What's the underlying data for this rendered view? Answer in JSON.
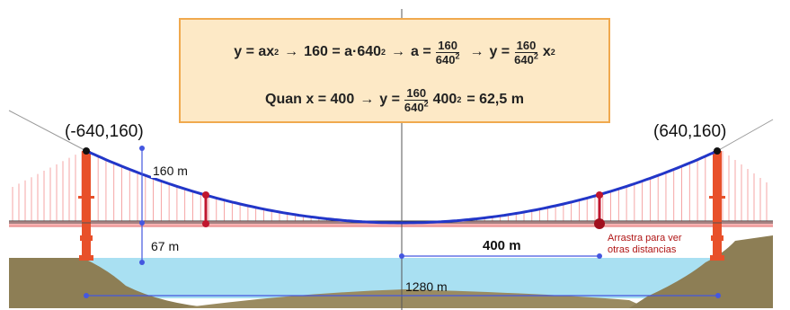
{
  "formula": {
    "row1": {
      "lhs": "y = ax",
      "exp2": "2",
      "arrow": "→",
      "mid": "160 = a·640",
      "a_eq": "a =",
      "num": "160",
      "den": "640",
      "y_eq": "y =",
      "x_tail": "x"
    },
    "row2": {
      "lead": "Quan x = 400",
      "arrow": "→",
      "y_eq": "y =",
      "num": "160",
      "den": "640",
      "term": "400",
      "exp2": "2",
      "result": "= 62,5 m"
    }
  },
  "points": {
    "left": "(-640,160)",
    "right": "(640,160)"
  },
  "measurements": {
    "tower_height": "160 m",
    "deck_height": "67 m",
    "half_distance": "400 m",
    "span": "1280 m"
  },
  "hint": {
    "line1": "Arrastra para ver",
    "line2": "otras distancias"
  },
  "colors": {
    "cable": "#2236c8",
    "tower": "#e8502a",
    "hangers": "#f39090",
    "water": "#a9e0f2",
    "ground": "#8d7e55",
    "formula_bg": "#fde9c6",
    "formula_border": "#f0a94e",
    "marker": "#c0162e",
    "measure_line": "#4457e0"
  }
}
